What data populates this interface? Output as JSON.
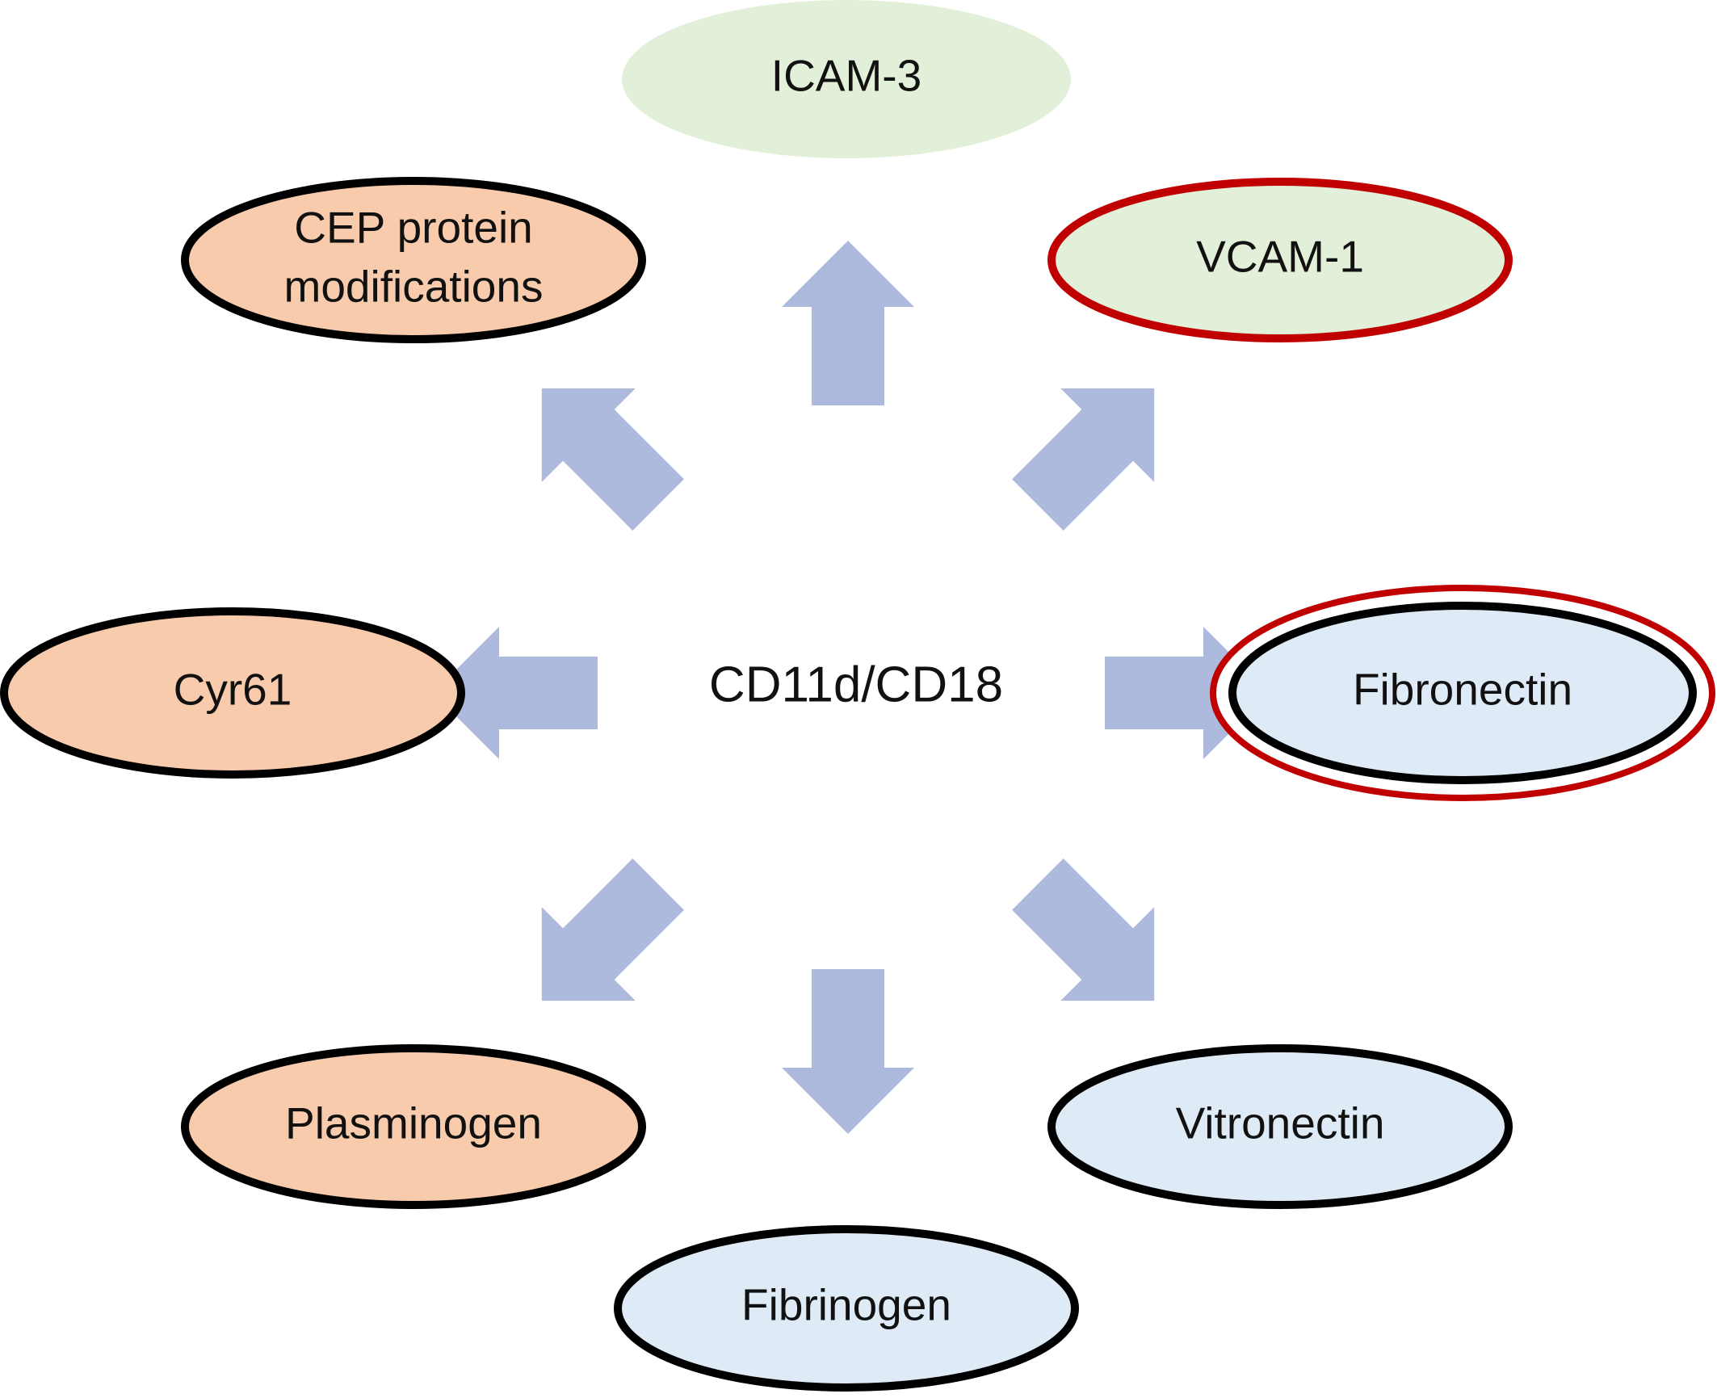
{
  "center_label": "CD11d/CD18",
  "nodes": {
    "icam3": {
      "label": "ICAM-3"
    },
    "vcam1": {
      "label": "VCAM-1"
    },
    "cep": {
      "line1": "CEP protein",
      "line2": "modifications"
    },
    "cyr61": {
      "label": "Cyr61"
    },
    "fibronectin": {
      "label": "Fibronectin"
    },
    "plasminogen": {
      "label": "Plasminogen"
    },
    "vitronectin": {
      "label": "Vitronectin"
    },
    "fibrinogen": {
      "label": "Fibrinogen"
    }
  },
  "colors": {
    "green_fill": "#e2efd9",
    "orange_fill": "#f7cbac",
    "blue_fill": "#deeaf6",
    "black_outline": "#000000",
    "red_outline": "#c00000",
    "arrow": "#adb9dd"
  }
}
